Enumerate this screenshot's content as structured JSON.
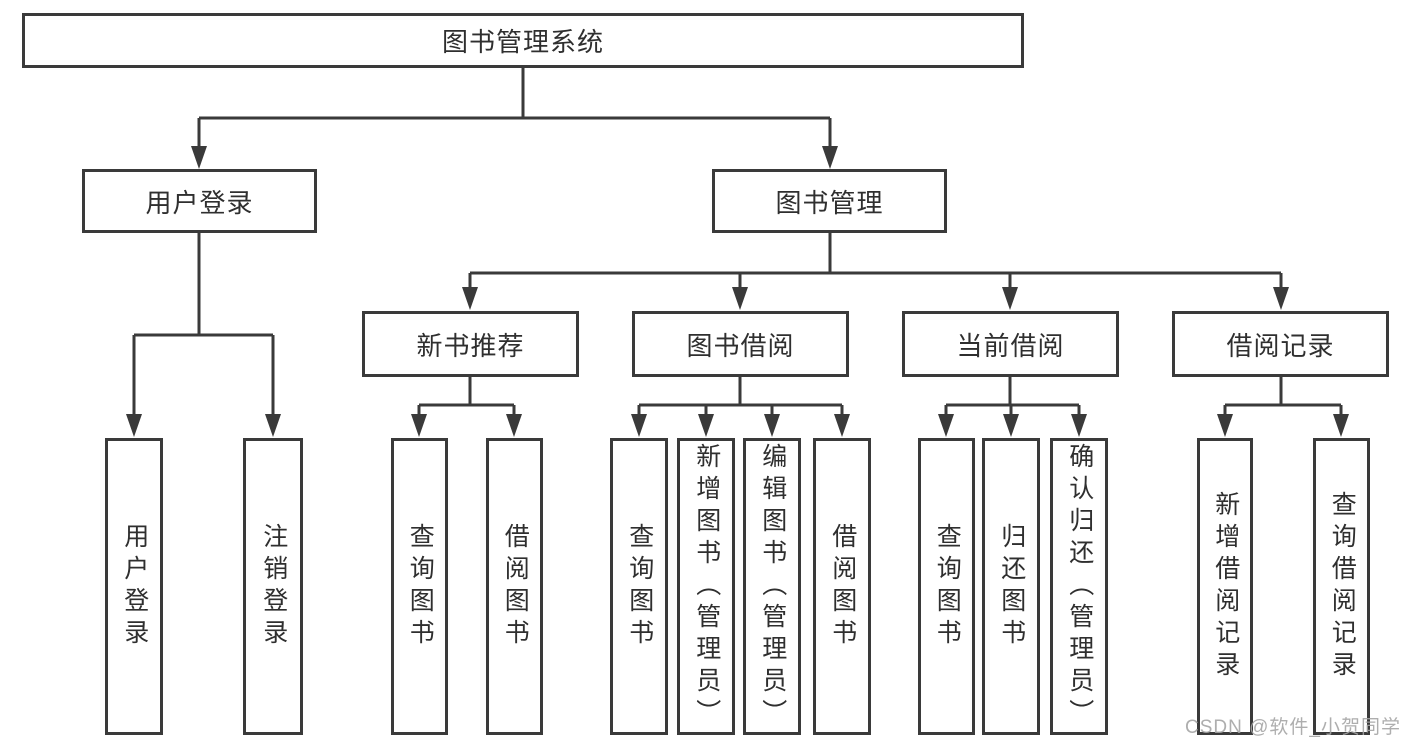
{
  "diagram": {
    "title": "图书管理系统",
    "root": {
      "label": "图书管理系统"
    },
    "level1": [
      {
        "label": "用户登录"
      },
      {
        "label": "图书管理"
      }
    ],
    "level2": [
      {
        "label": "新书推荐"
      },
      {
        "label": "图书借阅"
      },
      {
        "label": "当前借阅"
      },
      {
        "label": "借阅记录"
      }
    ],
    "leaves": {
      "user_login": [
        {
          "label": "用户登录"
        },
        {
          "label": "注销登录"
        }
      ],
      "new_book": [
        {
          "label": "查询图书"
        },
        {
          "label": "借阅图书"
        }
      ],
      "book_borrow": [
        {
          "label": "查询图书"
        },
        {
          "label": "新增图书（管理员）"
        },
        {
          "label": "编辑图书（管理员）"
        },
        {
          "label": "借阅图书"
        }
      ],
      "current_borrow": [
        {
          "label": "查询图书"
        },
        {
          "label": "归还图书"
        },
        {
          "label": "确认归还（管理员）"
        }
      ],
      "records": [
        {
          "label": "新增借阅记录"
        },
        {
          "label": "查询借阅记录"
        }
      ]
    },
    "watermark": "CSDN @软件_小贺同学",
    "colors": {
      "line": "#3a3a3a",
      "text": "#2f2f2f",
      "background": "#ffffff",
      "watermark": "#a5a5a5"
    }
  }
}
